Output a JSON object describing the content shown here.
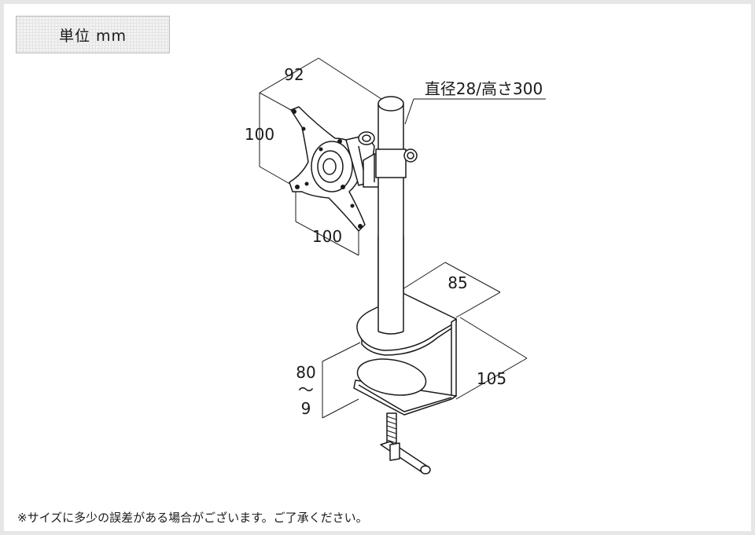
{
  "unit_label": "単位 mm",
  "dimensions": {
    "plate_width": "92",
    "plate_height": "100",
    "hole_spacing": "100",
    "pole_spec": "直径28/高さ300",
    "clamp_depth": "85",
    "clamp_width": "105",
    "clamp_open_top": "80",
    "clamp_open_mid": "～",
    "clamp_open_bottom": "9"
  },
  "note": "※サイズに多少の誤差がある場合がございます。ご了承ください。",
  "colors": {
    "line": "#1a1a1a",
    "frame": "#e6e6e6",
    "badge_bg": "#f3f3f3"
  }
}
